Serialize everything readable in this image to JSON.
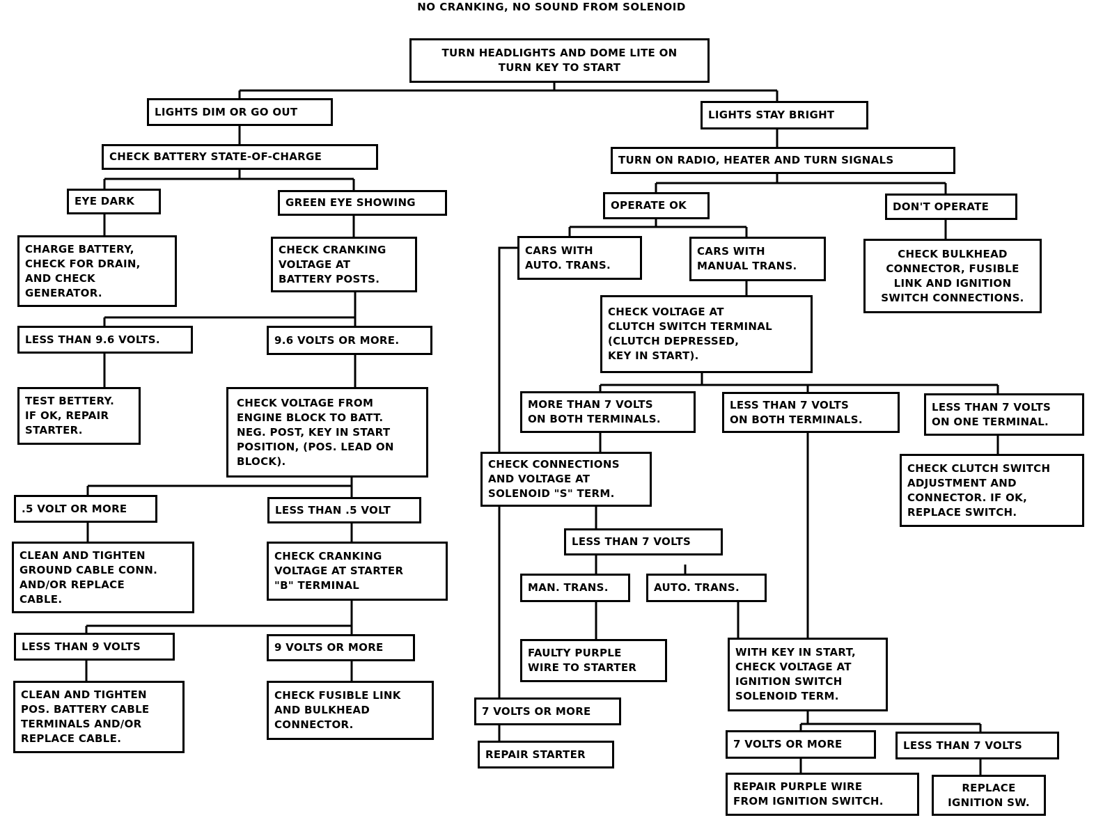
{
  "title": "NO CRANKING, NO SOUND FROM SOLENOID",
  "nodes": {
    "root": "TURN HEADLIGHTS AND DOME LITE ON\nTURN KEY TO START",
    "dim": "LIGHTS DIM OR GO OUT",
    "battery": "CHECK BATTERY STATE-OF-CHARGE",
    "eye_dark": "EYE DARK",
    "green_eye": "GREEN EYE SHOWING",
    "charge": "CHARGE BATTERY,\nCHECK FOR DRAIN,\nAND CHECK\nGENERATOR.",
    "cranking_posts": "CHECK CRANKING\nVOLTAGE AT\nBATTERY POSTS.",
    "lt96": "LESS THAN 9.6 VOLTS.",
    "ge96": "9.6 VOLTS OR MORE.",
    "test_bettery": "TEST BETTERY.\nIF OK, REPAIR\nSTARTER.",
    "engine_block": "CHECK VOLTAGE FROM\nENGINE BLOCK TO BATT.\nNEG. POST, KEY IN START\nPOSITION, (POS. LEAD ON\nBLOCK).",
    "ge05": ".5 VOLT OR MORE",
    "lt05": "LESS THAN .5 VOLT",
    "clean_ground": "CLEAN AND TIGHTEN\nGROUND CABLE CONN.\nAND/OR REPLACE\nCABLE.",
    "cranking_starter": "CHECK CRANKING\nVOLTAGE AT STARTER\n\"B\" TERMINAL",
    "lt9": "LESS THAN 9 VOLTS",
    "ge9": "9 VOLTS OR MORE",
    "clean_pos": "CLEAN AND TIGHTEN\nPOS. BATTERY CABLE\nTERMINALS AND/OR\nREPLACE CABLE.",
    "fusible": "CHECK FUSIBLE LINK\nAND BULKHEAD\nCONNECTOR.",
    "bright": "LIGHTS STAY BRIGHT",
    "radio": "TURN ON RADIO, HEATER AND TURN SIGNALS",
    "operate_ok": "OPERATE OK",
    "dont_operate": "DON'T OPERATE",
    "cars_auto": "CARS WITH\nAUTO. TRANS.",
    "cars_manual": "CARS WITH\nMANUAL TRANS.",
    "bulkhead": "CHECK BULKHEAD\nCONNECTOR, FUSIBLE\nLINK AND IGNITION\nSWITCH CONNECTIONS.",
    "clutch_voltage": "CHECK VOLTAGE AT\nCLUTCH SWITCH TERMINAL\n(CLUTCH DEPRESSED,\nKEY IN START).",
    "more7_both": "MORE THAN 7 VOLTS\nON BOTH TERMINALS.",
    "less7_both": "LESS THAN 7 VOLTS\nON BOTH TERMINALS.",
    "less7_one": "LESS THAN 7 VOLTS\nON ONE TERMINAL.",
    "solenoid_s": "CHECK CONNECTIONS\nAND VOLTAGE AT\nSOLENOID \"S\" TERM.",
    "clutch_adjust": "CHECK CLUTCH SWITCH\nADJUSTMENT AND\nCONNECTOR. IF OK,\nREPLACE SWITCH.",
    "less7_a": "LESS THAN 7 VOLTS",
    "man_trans": "MAN. TRANS.",
    "auto_trans": "AUTO. TRANS.",
    "faulty_purple": "FAULTY PURPLE\nWIRE TO STARTER",
    "key_in_start": "WITH KEY IN START,\nCHECK VOLTAGE AT\nIGNITION SWITCH\nSOLENOID TERM.",
    "ge7_a": "7 VOLTS OR MORE",
    "repair_starter": "REPAIR STARTER",
    "ge7_b": "7 VOLTS OR MORE",
    "less7_b": "LESS THAN 7 VOLTS",
    "repair_purple": "REPAIR PURPLE WIRE\nFROM IGNITION SWITCH.",
    "replace_ign": "REPLACE\nIGNITION SW."
  }
}
